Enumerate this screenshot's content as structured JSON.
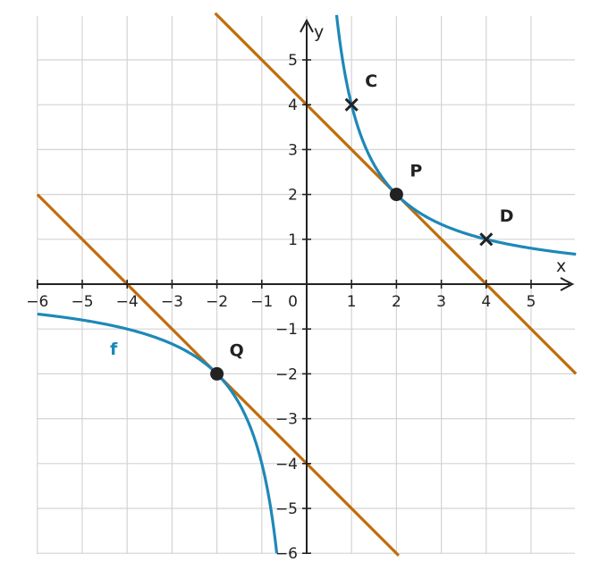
{
  "chart_data": {
    "type": "line",
    "title": "",
    "xlabel": "x",
    "ylabel": "y",
    "xlim": [
      -6,
      6
    ],
    "ylim": [
      -6,
      6
    ],
    "grid": true,
    "x_ticks": [
      -6,
      -5,
      -4,
      -3,
      -2,
      -1,
      1,
      2,
      3,
      4,
      5
    ],
    "y_ticks": [
      -6,
      -5,
      -4,
      -3,
      -2,
      -1,
      1,
      2,
      3,
      4,
      5
    ],
    "x_tick_labels": [
      "−6",
      "−5",
      "−4",
      "−3",
      "−2",
      "−1",
      "1",
      "2",
      "3",
      "4",
      "5"
    ],
    "y_tick_labels": [
      "−6",
      "−5",
      "−4",
      "−3",
      "−2",
      "−1",
      "1",
      "2",
      "3",
      "4",
      "5"
    ],
    "origin_label": "0",
    "curve": {
      "name": "f",
      "formula": "y = 4/x",
      "color": "#1e88b8"
    },
    "tangent_lines": [
      {
        "slope": -1,
        "intercept": 4,
        "color": "#c06d0c"
      },
      {
        "slope": -1,
        "intercept": -4,
        "color": "#c06d0c"
      }
    ],
    "points": [
      {
        "label": "C",
        "x": 1,
        "y": 4,
        "marker": "cross"
      },
      {
        "label": "P",
        "x": 2,
        "y": 2,
        "marker": "dot"
      },
      {
        "label": "D",
        "x": 4,
        "y": 1,
        "marker": "cross"
      },
      {
        "label": "Q",
        "x": -2,
        "y": -2,
        "marker": "dot"
      }
    ],
    "axis_color": "#222222"
  }
}
